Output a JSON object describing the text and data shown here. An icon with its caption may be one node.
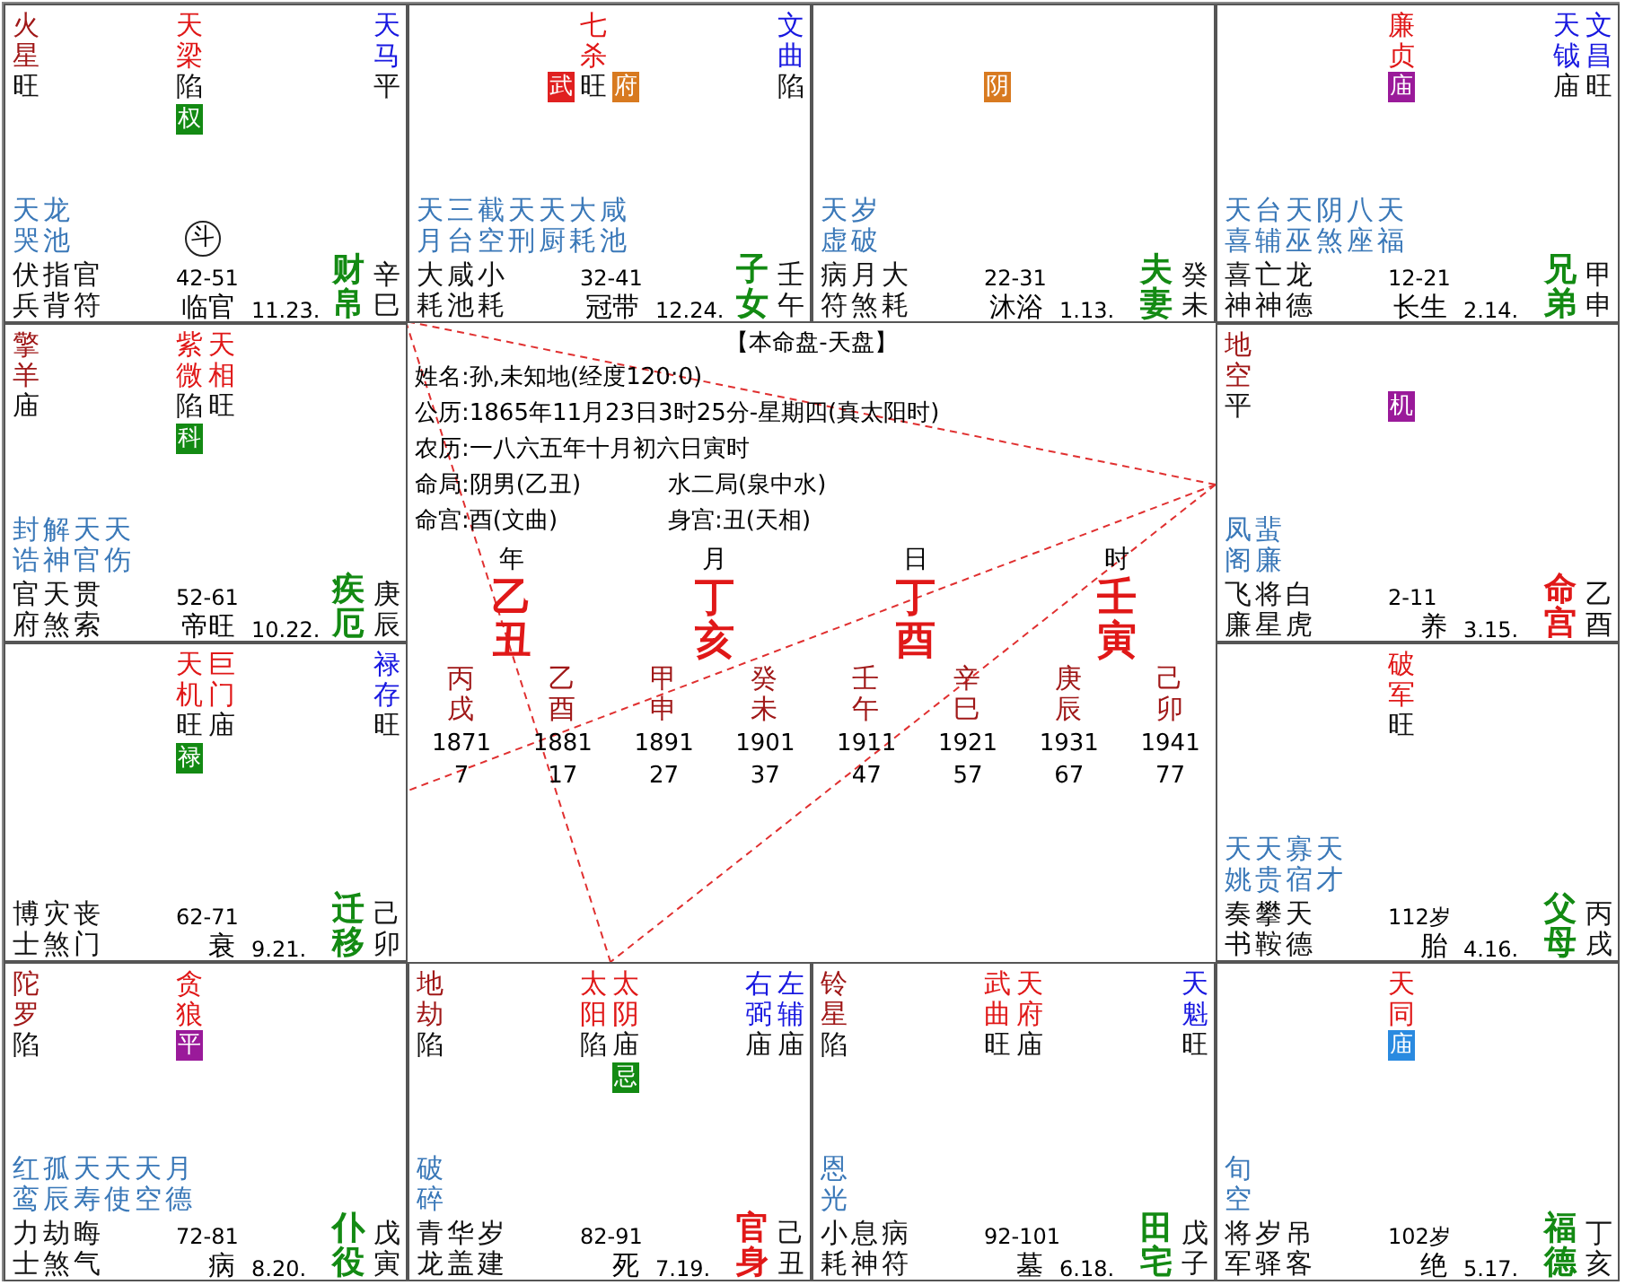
{
  "diagram": {
    "nodes": [
      {
        "text": [
          "火星",
          "旺",
          "天梁",
          "陷",
          "权",
          "天马",
          "平",
          "天哭",
          "龙池",
          "斗",
          "伏兵",
          "指背",
          "官符",
          "42-51",
          "临官",
          "11.23.",
          "财帛",
          "辛巳"
        ]
      },
      {
        "text": [
          "七杀",
          "武",
          "旺",
          "府",
          "文曲",
          "陷",
          "天月",
          "三台",
          "截空",
          "天刑",
          "天厨",
          "大耗",
          "咸池",
          "大耗",
          "咸池",
          "小耗",
          "32-41",
          "冠带",
          "12.24.",
          "子女",
          "壬午"
        ]
      },
      {
        "text": [
          "阴",
          "天虚",
          "岁破",
          "病符",
          "月煞",
          "大耗",
          "22-31",
          "沐浴",
          "1.13.",
          "夫妻",
          "癸未"
        ]
      },
      {
        "text": [
          "廉贞",
          "庙",
          "天钺",
          "文昌",
          "庙",
          "旺",
          "天喜",
          "台辅",
          "天巫",
          "阴煞",
          "八座",
          "天福",
          "喜神",
          "亡神",
          "龙德",
          "12-21",
          "长生",
          "2.14.",
          "兄弟",
          "甲申"
        ]
      },
      {
        "text": [
          "擎羊",
          "庙",
          "紫微",
          "天相",
          "陷",
          "旺",
          "科",
          "封诰",
          "解神",
          "天官",
          "天伤",
          "官府",
          "天煞",
          "贯索",
          "52-61",
          "帝旺",
          "10.22.",
          "疾厄",
          "庚辰"
        ]
      },
      {
        "text": [
          "地空",
          "平",
          "机",
          "凤阁",
          "蜚廉",
          "飞廉",
          "将星",
          "白虎",
          "2-11",
          "养",
          "3.15.",
          "命宫",
          "乙酉"
        ]
      },
      {
        "text": [
          "天机",
          "巨门",
          "旺",
          "庙",
          "禄",
          "禄存",
          "旺",
          "博士",
          "灾煞",
          "丧门",
          "62-71",
          "衰",
          "9.21.",
          "迁移",
          "己卯"
        ]
      },
      {
        "text": [
          "破军",
          "旺",
          "天姚",
          "天贵",
          "寡宿",
          "天才",
          "奏书",
          "攀鞍",
          "天德",
          "112岁",
          "胎",
          "4.16.",
          "父母",
          "丙戌"
        ]
      },
      {
        "text": [
          "陀罗",
          "陷",
          "贪狼",
          "平",
          "红鸾",
          "孤辰",
          "天寿",
          "天使",
          "天空",
          "月德",
          "力士",
          "劫煞",
          "晦气",
          "72-81",
          "病",
          "8.20.",
          "仆役",
          "戊寅"
        ]
      },
      {
        "text": [
          "地劫",
          "陷",
          "太阳",
          "太阴",
          "陷",
          "庙",
          "忌",
          "右弼",
          "左辅",
          "庙",
          "庙",
          "破碎",
          "青龙",
          "华盖",
          "岁建",
          "82-91",
          "死",
          "7.19.",
          "官身",
          "己丑"
        ]
      },
      {
        "text": [
          "铃星",
          "陷",
          "武曲",
          "天府",
          "旺",
          "庙",
          "天魁",
          "旺",
          "恩光",
          "小耗",
          "息神",
          "病符",
          "92-101",
          "墓",
          "6.18.",
          "田宅",
          "戊子"
        ]
      },
      {
        "text": [
          "天同",
          "庙",
          "旬空",
          "将军",
          "岁驿",
          "吊客",
          "102岁",
          "绝",
          "5.17.",
          "福德",
          "丁亥"
        ]
      }
    ],
    "edges": [
      {
        "from": 5,
        "to": 0,
        "arrow": "none",
        "style": "dashed",
        "color": "#e03030"
      },
      {
        "from": 5,
        "to": 9,
        "arrow": "none",
        "style": "dashed",
        "color": "#e03030"
      },
      {
        "from": 5,
        "to": 6,
        "arrow": "none",
        "style": "dashed",
        "color": "#e03030"
      },
      {
        "from": 0,
        "to": 9,
        "arrow": "none",
        "style": "dashed",
        "color": "#e03030"
      }
    ],
    "labels": [
      "【本命盘-天盘】",
      "姓名:孙,未知地(经度120:0)",
      "公历:1865年11月23日3时25分-星期四(真太阳时)",
      "农历:一八六五年十月初六日寅时",
      "命局:阴男(乙丑)",
      "水二局(泉中水)",
      "命宫:酉(文曲)",
      "身宫:丑(天相)",
      "年",
      "乙丑",
      "月",
      "丁亥",
      "日",
      "丁酉",
      "时",
      "壬寅",
      "丙戌",
      "1871",
      "7",
      "乙酉",
      "1881",
      "17",
      "甲申",
      "1891",
      "27",
      "癸未",
      "1901",
      "37",
      "壬午",
      "1911",
      "47",
      "辛巳",
      "1921",
      "57",
      "庚辰",
      "1931",
      "67",
      "己卯",
      "1941",
      "77"
    ]
  }
}
